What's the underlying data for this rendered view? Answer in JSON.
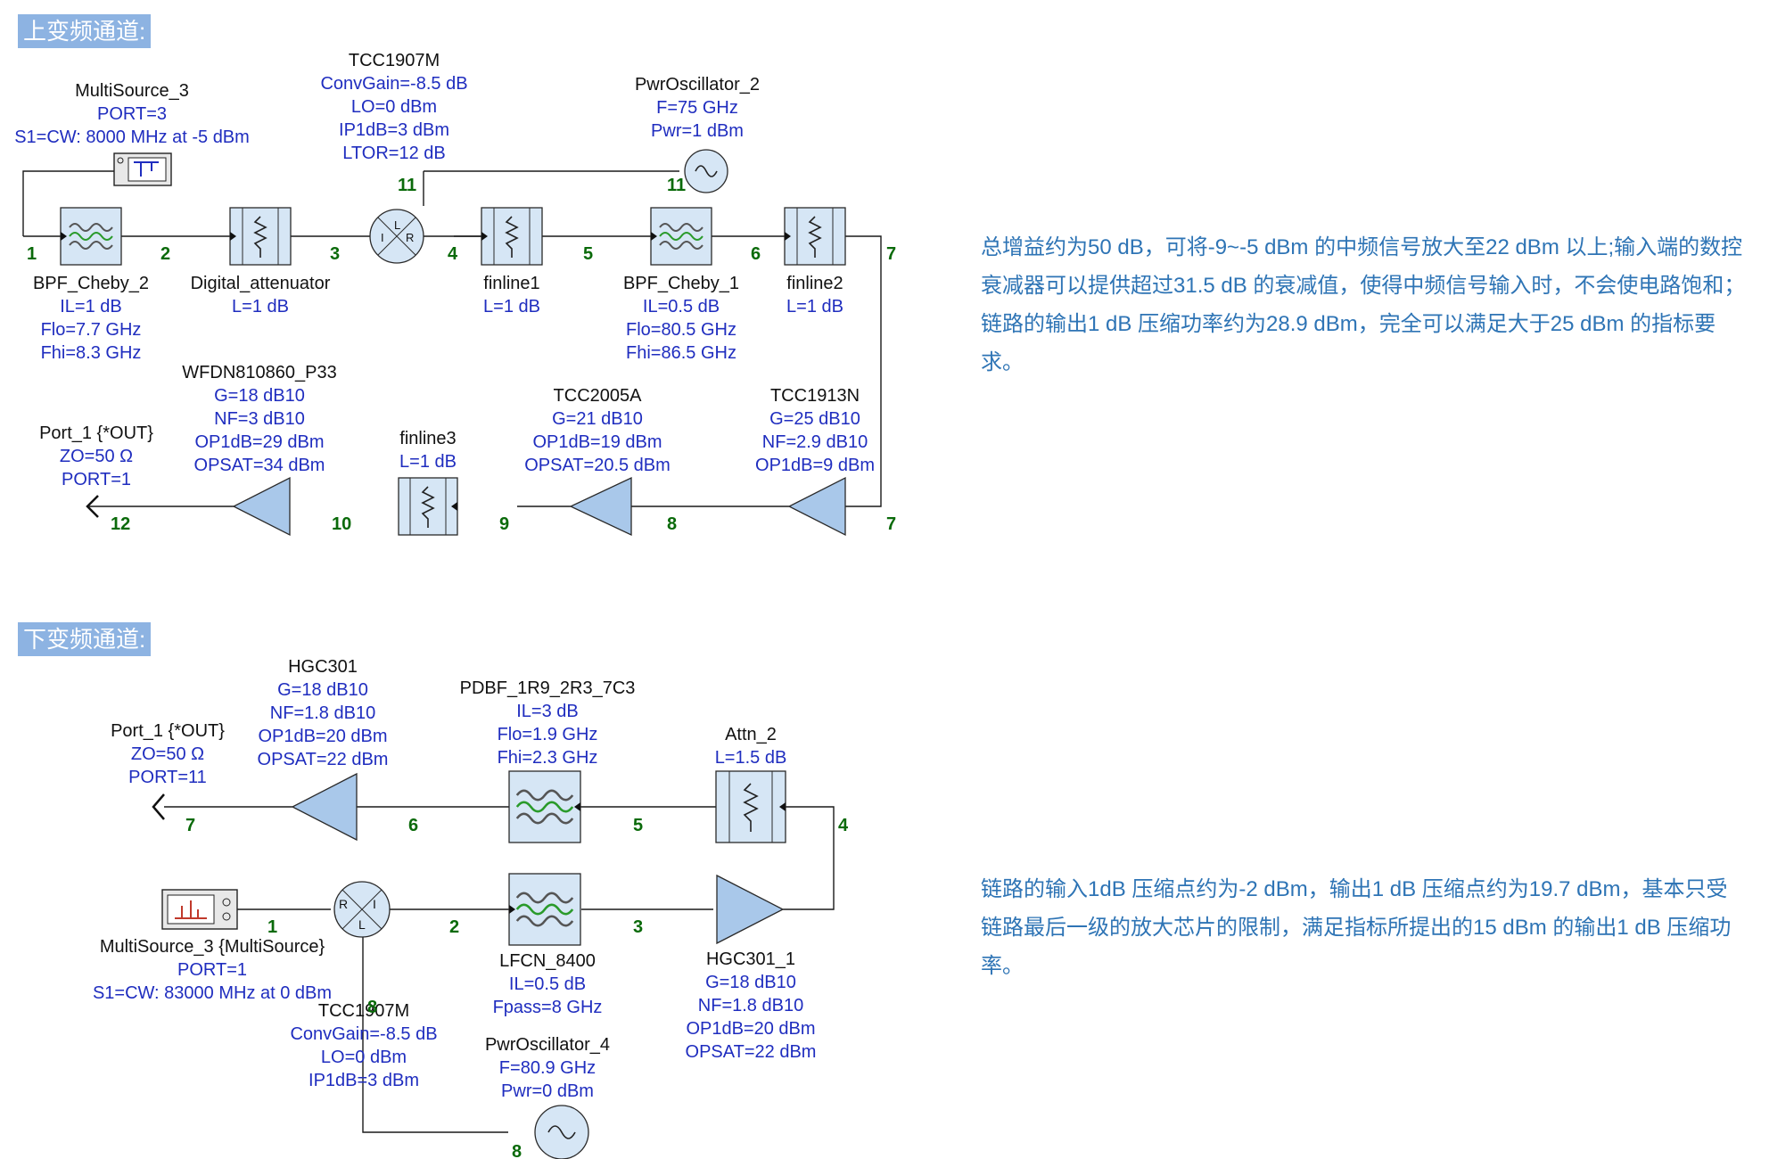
{
  "sections": {
    "up": "上变频通道:",
    "down": "下变频通道:"
  },
  "notes": {
    "up": "总增益约为50 dB，可将-9~-5 dBm 的中频信号放大至22 dBm 以上;输入端的数控衰减器可以提供超过31.5 dB 的衰减值，使得中频信号输入时，不会使电路饱和；链路的输出1 dB 压缩功率约为28.9 dBm，完全可以满足大于25 dBm 的指标要求。",
    "down": "链路的输入1dB 压缩点约为-2 dBm，输出1 dB 压缩点约为19.7 dBm，基本只受链路最后一级的放大芯片的限制，满足指标所提出的15 dBm 的输出1 dB 压缩功率。"
  },
  "colors": {
    "wire": "#1a1a1a",
    "block_fill": "#d6e6f5",
    "block_stroke": "#2a2a2a",
    "amp_fill": "#a9c8ea",
    "param_text": "#1f2dbf",
    "node_text": "#0a6a0a",
    "section_bg": "#8db3e2",
    "note_text": "#2e74b5"
  },
  "up_chain": {
    "components": [
      {
        "id": "multisource3",
        "icon": "signal-source-icon",
        "name": "MultiSource_3",
        "params": [
          "PORT=3",
          "S1=CW: 8000 MHz at -5 dBm"
        ]
      },
      {
        "id": "bpf-cheby2",
        "icon": "bandpass-filter-icon",
        "name": "BPF_Cheby_2",
        "params": [
          "IL=1 dB",
          "Flo=7.7 GHz",
          "Fhi=8.3 GHz"
        ]
      },
      {
        "id": "digital-attenuator",
        "icon": "attenuator-icon",
        "name": "Digital_attenuator",
        "params": [
          "L=1 dB"
        ]
      },
      {
        "id": "tcc1907m",
        "icon": "mixer-icon",
        "name": "TCC1907M",
        "params": [
          "ConvGain=-8.5 dB",
          "LO=0 dBm",
          "IP1dB=3 dBm",
          "LTOR=12 dB"
        ]
      },
      {
        "id": "pwroscillator2",
        "icon": "oscillator-icon",
        "name": "PwrOscillator_2",
        "params": [
          "F=75 GHz",
          "Pwr=1 dBm"
        ]
      },
      {
        "id": "finline1",
        "icon": "attenuator-icon",
        "name": "finline1",
        "params": [
          "L=1 dB"
        ]
      },
      {
        "id": "bpf-cheby1",
        "icon": "bandpass-filter-icon",
        "name": "BPF_Cheby_1",
        "params": [
          "IL=0.5 dB",
          "Flo=80.5 GHz",
          "Fhi=86.5 GHz"
        ]
      },
      {
        "id": "finline2",
        "icon": "attenuator-icon",
        "name": "finline2",
        "params": [
          "L=1 dB"
        ]
      },
      {
        "id": "tcc1913n",
        "icon": "amplifier-icon",
        "name": "TCC1913N",
        "params": [
          "G=25 dB10",
          "NF=2.9 dB10",
          "OP1dB=9 dBm"
        ]
      },
      {
        "id": "tcc2005a",
        "icon": "amplifier-icon",
        "name": "TCC2005A",
        "params": [
          "G=21 dB10",
          "OP1dB=19 dBm",
          "OPSAT=20.5 dBm"
        ]
      },
      {
        "id": "finline3",
        "icon": "attenuator-icon",
        "name": "finline3",
        "params": [
          "L=1 dB"
        ]
      },
      {
        "id": "wfdn810860",
        "icon": "amplifier-icon",
        "name": "WFDN810860_P33",
        "params": [
          "G=18 dB10",
          "NF=3 dB10",
          "OP1dB=29 dBm",
          "OPSAT=34 dBm"
        ]
      },
      {
        "id": "port1-out",
        "icon": "output-port-icon",
        "name": "Port_1 {*OUT}",
        "params": [
          "ZO=50 Ω",
          "PORT=1"
        ]
      }
    ],
    "nodes": [
      "1",
      "2",
      "3",
      "4",
      "5",
      "6",
      "7",
      "7",
      "8",
      "9",
      "10",
      "12",
      "11",
      "11"
    ]
  },
  "down_chain": {
    "components": [
      {
        "id": "port1-out",
        "icon": "output-port-icon",
        "name": "Port_1 {*OUT}",
        "params": [
          "ZO=50 Ω",
          "PORT=11"
        ]
      },
      {
        "id": "hgc301",
        "icon": "amplifier-icon",
        "name": "HGC301",
        "params": [
          "G=18 dB10",
          "NF=1.8 dB10",
          "OP1dB=20 dBm",
          "OPSAT=22 dBm"
        ]
      },
      {
        "id": "pdbf",
        "icon": "bandpass-filter-icon",
        "name": "PDBF_1R9_2R3_7C3",
        "params": [
          "IL=3 dB",
          "Flo=1.9 GHz",
          "Fhi=2.3 GHz"
        ]
      },
      {
        "id": "attn2",
        "icon": "attenuator-icon",
        "name": "Attn_2",
        "params": [
          "L=1.5 dB"
        ]
      },
      {
        "id": "multisource3",
        "icon": "signal-source-icon",
        "name": "MultiSource_3 {MultiSource}",
        "params": [
          "PORT=1",
          "S1=CW: 83000 MHz at 0 dBm"
        ]
      },
      {
        "id": "tcc1907m",
        "icon": "mixer-icon",
        "name": "TCC1907M",
        "params": [
          "ConvGain=-8.5 dB",
          "LO=0 dBm",
          "IP1dB=3 dBm"
        ]
      },
      {
        "id": "lfcn8400",
        "icon": "lowpass-filter-icon",
        "name": "LFCN_8400",
        "params": [
          "IL=0.5 dB",
          "Fpass=8 GHz"
        ]
      },
      {
        "id": "hgc301-1",
        "icon": "amplifier-icon",
        "name": "HGC301_1",
        "params": [
          "G=18 dB10",
          "NF=1.8 dB10",
          "OP1dB=20 dBm",
          "OPSAT=22 dBm"
        ]
      },
      {
        "id": "pwroscillator4",
        "icon": "oscillator-icon",
        "name": "PwrOscillator_4",
        "params": [
          "F=80.9 GHz",
          "Pwr=0 dBm"
        ]
      }
    ],
    "nodes": [
      "7",
      "6",
      "5",
      "4",
      "1",
      "2",
      "3",
      "8",
      "8"
    ]
  }
}
